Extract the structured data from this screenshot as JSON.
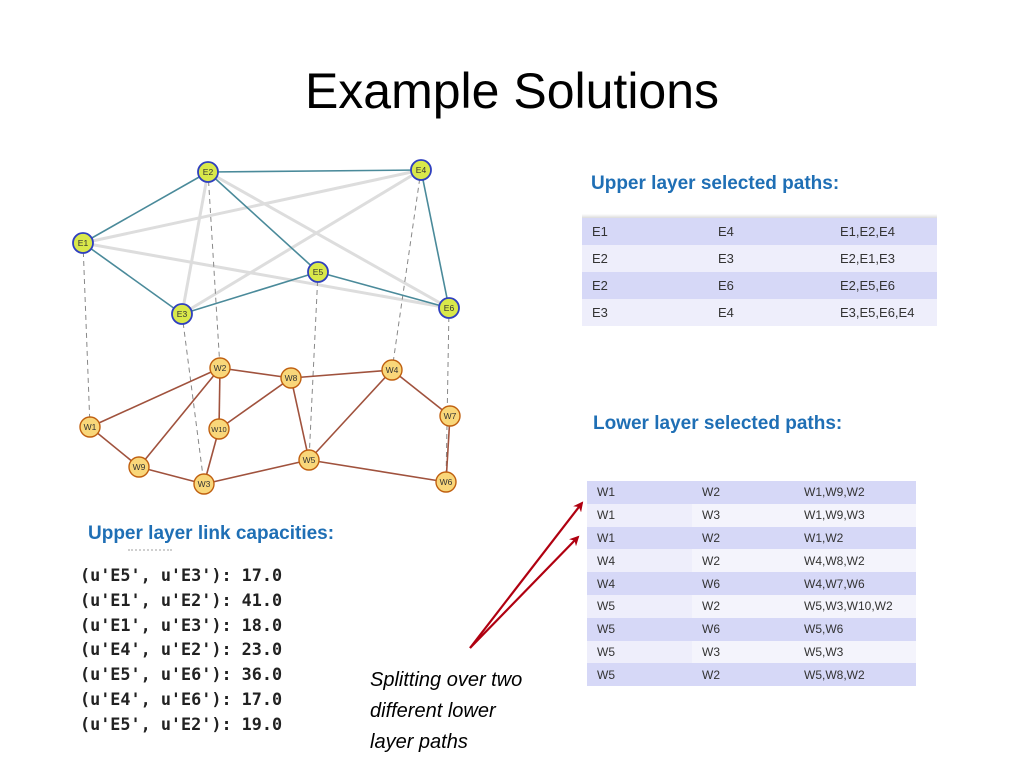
{
  "slide": {
    "title": "Example Solutions"
  },
  "upper_paths": {
    "heading": "Upper layer selected paths:",
    "rows": [
      [
        "E1",
        "E4",
        "E1,E2,E4"
      ],
      [
        "E2",
        "E3",
        "E2,E1,E3"
      ],
      [
        "E2",
        "E6",
        "E2,E5,E6"
      ],
      [
        "E3",
        "E4",
        "E3,E5,E6,E4"
      ]
    ]
  },
  "lower_paths": {
    "heading": "Lower layer selected paths:",
    "rows": [
      [
        "W1",
        "W2",
        "W1,W9,W2"
      ],
      [
        "W1",
        "W3",
        "W1,W9,W3"
      ],
      [
        "W1",
        "W2",
        "W1,W2"
      ],
      [
        "W4",
        "W2",
        "W4,W8,W2"
      ],
      [
        "W4",
        "W6",
        "W4,W7,W6"
      ],
      [
        "W5",
        "W2",
        "W5,W3,W10,W2"
      ],
      [
        "W5",
        "W6",
        "W5,W6"
      ],
      [
        "W5",
        "W3",
        "W5,W3"
      ],
      [
        "W5",
        "W2",
        "W5,W8,W2"
      ]
    ]
  },
  "capacities": {
    "heading": "Upper layer link capacities:",
    "lines": [
      "(u'E5', u'E3'): 17.0",
      "(u'E1', u'E2'): 41.0",
      "(u'E1', u'E3'): 18.0",
      "(u'E4', u'E2'): 23.0",
      "(u'E5', u'E6'): 36.0",
      "(u'E4', u'E6'): 17.0",
      "(u'E5', u'E2'): 19.0"
    ]
  },
  "note": {
    "lines": [
      "Splitting over two",
      "different lower",
      "layer paths"
    ]
  },
  "graph": {
    "colors": {
      "upper_node_fill": "#d9e84a",
      "upper_node_stroke": "#2f3fbf",
      "upper_edge": "#4a8a9a",
      "lower_node_fill": "#f9d77a",
      "lower_node_stroke": "#c06010",
      "lower_edge": "#a0523d",
      "virtual_edge": "#dddddd",
      "mapping_edge": "#888888",
      "arrow": "#b00010"
    },
    "upper_nodes": [
      "E1",
      "E2",
      "E3",
      "E4",
      "E5",
      "E6"
    ],
    "lower_nodes": [
      "W1",
      "W2",
      "W3",
      "W4",
      "W5",
      "W6",
      "W7",
      "W8",
      "W9",
      "W10"
    ],
    "upper_edges": [
      [
        "E1",
        "E2"
      ],
      [
        "E1",
        "E3"
      ],
      [
        "E2",
        "E4"
      ],
      [
        "E2",
        "E5"
      ],
      [
        "E3",
        "E5"
      ],
      [
        "E5",
        "E6"
      ],
      [
        "E4",
        "E6"
      ]
    ],
    "virtual_edges": [
      [
        "E2",
        "E3"
      ],
      [
        "E1",
        "E4"
      ],
      [
        "E1",
        "E6"
      ],
      [
        "E2",
        "E6"
      ],
      [
        "E3",
        "E4"
      ]
    ],
    "lower_edges": [
      [
        "W1",
        "W2"
      ],
      [
        "W1",
        "W9"
      ],
      [
        "W9",
        "W2"
      ],
      [
        "W9",
        "W3"
      ],
      [
        "W2",
        "W10"
      ],
      [
        "W10",
        "W8"
      ],
      [
        "W2",
        "W8"
      ],
      [
        "W8",
        "W4"
      ],
      [
        "W8",
        "W5"
      ],
      [
        "W3",
        "W5"
      ],
      [
        "W3",
        "W10"
      ],
      [
        "W5",
        "W4"
      ],
      [
        "W4",
        "W7"
      ],
      [
        "W7",
        "W6"
      ],
      [
        "W5",
        "W6"
      ]
    ],
    "mapping_edges": [
      [
        "E1",
        "W1"
      ],
      [
        "E2",
        "W2"
      ],
      [
        "E3",
        "W3"
      ],
      [
        "E4",
        "W4"
      ],
      [
        "E5",
        "W5"
      ],
      [
        "E6",
        "W6"
      ]
    ]
  }
}
